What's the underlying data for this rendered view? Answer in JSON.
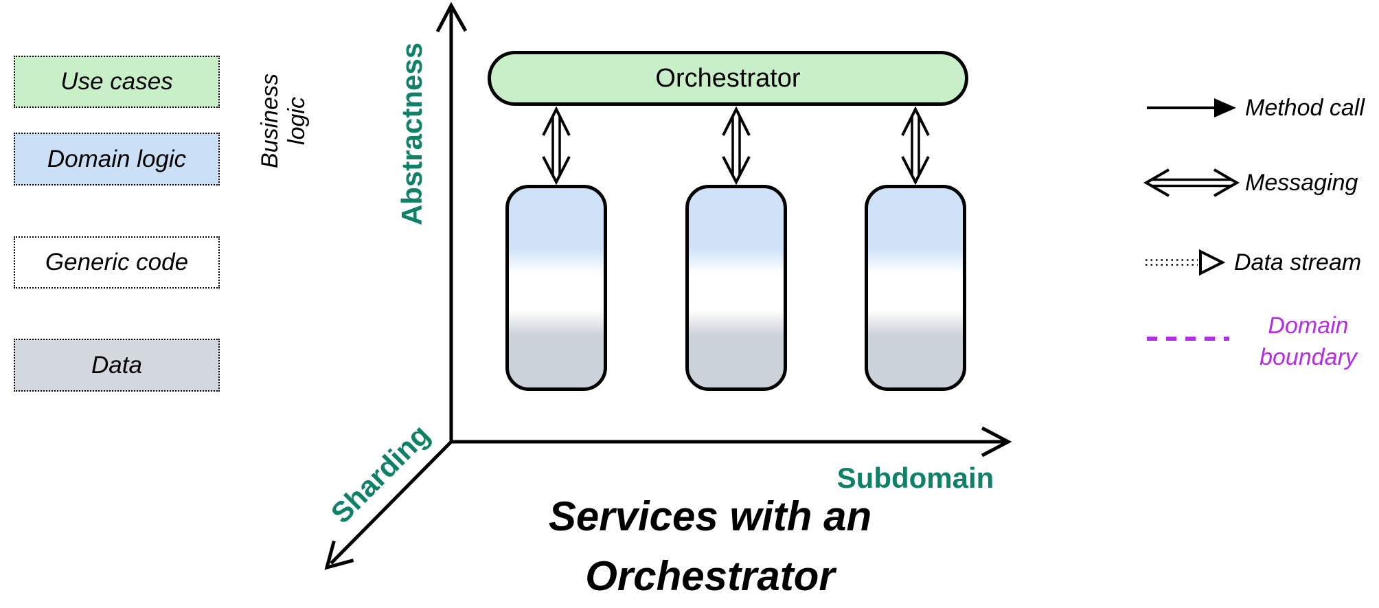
{
  "palette": {
    "teal": "#0f8169",
    "magenta": "#b42ce8",
    "green": "#c9efc9",
    "blue": "#cbdff6",
    "white": "#ffffff",
    "gray": "#d3d7de",
    "service_blue": "#cfe2f7",
    "service_gray": "#ccd2d9"
  },
  "left_legend": {
    "items": [
      {
        "label": "Use cases",
        "fill": "#c9efc9"
      },
      {
        "label": "Domain logic",
        "fill": "#cbdff6"
      },
      {
        "label": "Generic code",
        "fill": "#ffffff"
      },
      {
        "label": "Data",
        "fill": "#d3d7de"
      }
    ],
    "group_label": {
      "line1": "Business",
      "line2": "logic"
    }
  },
  "axes": {
    "y_label": "Abstractness",
    "x_label": "Subdomain",
    "z_label": "Sharding"
  },
  "diagram": {
    "orchestrator": "Orchestrator",
    "service_count": 3
  },
  "title": {
    "line1": "Services with an",
    "line2": "Orchestrator"
  },
  "right_legend": {
    "method_call": "Method call",
    "messaging": "Messaging",
    "data_stream": "Data stream",
    "domain_boundary": {
      "line1": "Domain",
      "line2": "boundary"
    }
  }
}
